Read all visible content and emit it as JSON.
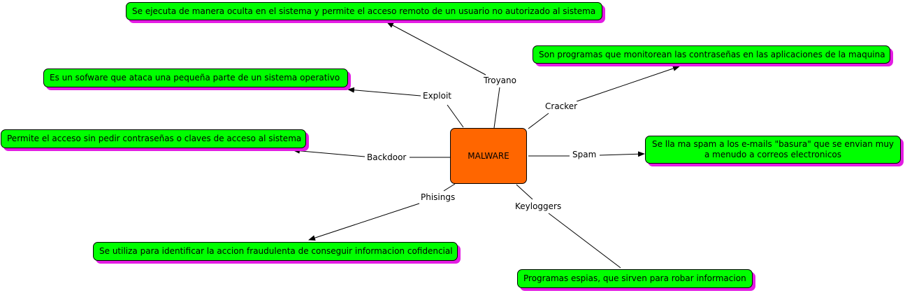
{
  "center": {
    "label": "MALWARE"
  },
  "branches": [
    {
      "id": "troyano",
      "label": "Troyano",
      "description": "Se ejecuta de manera oculta en el sistema y permite el acceso remoto de un usuario no autorizado al sistema"
    },
    {
      "id": "cracker",
      "label": "Cracker",
      "description": "Son programas que monitorean las contraseñas en las aplicaciones de la maquina"
    },
    {
      "id": "exploit",
      "label": "Exploit",
      "description": "Es un sofware que ataca una pequeña parte de un sistema operativo"
    },
    {
      "id": "backdoor",
      "label": "Backdoor",
      "description": "Permite el acceso sin pedir contraseñas o claves de acceso al sistema"
    },
    {
      "id": "spam",
      "label": "Spam",
      "description": "Se lla ma spam a los e-mails \"basura\" que se envian muy a menudo a correos electronicos"
    },
    {
      "id": "phisings",
      "label": "Phisings",
      "description": "Se utiliza para identificar la accion fraudulenta de conseguir informacion cofidencial"
    },
    {
      "id": "keyloggers",
      "label": "Keyloggers",
      "description": "Programas espias, que sirven para robar informacion"
    }
  ],
  "colors": {
    "center_fill": "#ff6600",
    "node_fill": "#00ff00",
    "shadow": "#e31ce3",
    "line": "#000000"
  }
}
